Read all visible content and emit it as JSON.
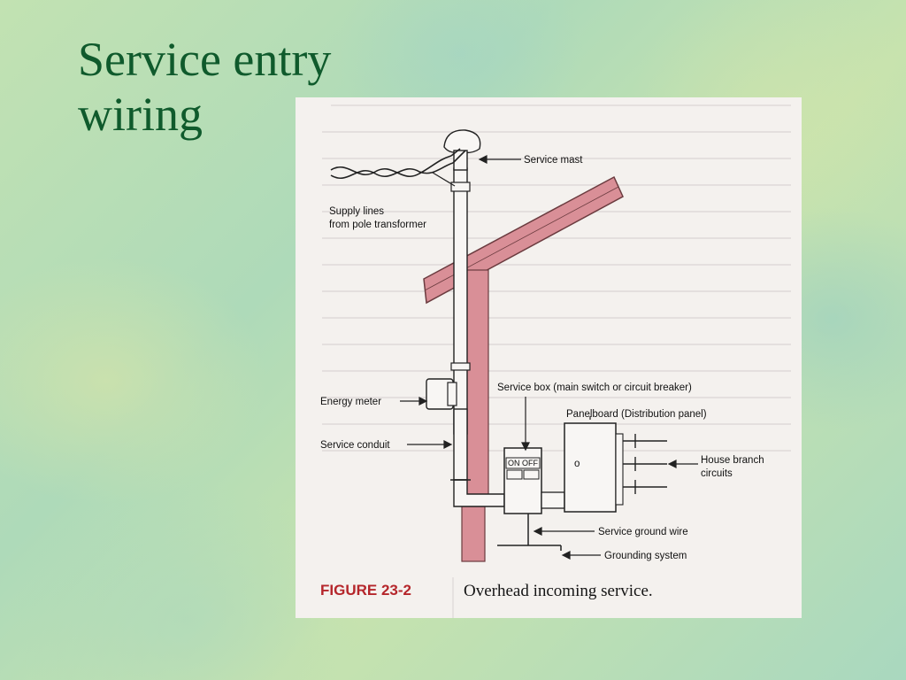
{
  "slide": {
    "title": "Service entry wiring",
    "colors": {
      "title": "#0f5a2c",
      "background": "#b9ddb0",
      "figure_background": "#f4f1ee",
      "pipe_fill": "#d98f97",
      "figure_number": "#b5262b"
    }
  },
  "figure": {
    "number": "FIGURE 23-2",
    "caption": "Overhead incoming service.",
    "labels": {
      "service_mast": "Service mast",
      "supply_lines_1": "Supply lines",
      "supply_lines_2": "from pole transformer",
      "energy_meter": "Energy meter",
      "service_box": "Service box (main switch or circuit breaker)",
      "panelboard": "Panelboard (Distribution panel)",
      "service_conduit": "Service conduit",
      "house_branch_1": "House branch",
      "house_branch_2": "circuits",
      "service_ground_wire": "Service ground wire",
      "grounding_system": "Grounding system",
      "on_off": "ON OFF",
      "panel_o": "o"
    }
  }
}
